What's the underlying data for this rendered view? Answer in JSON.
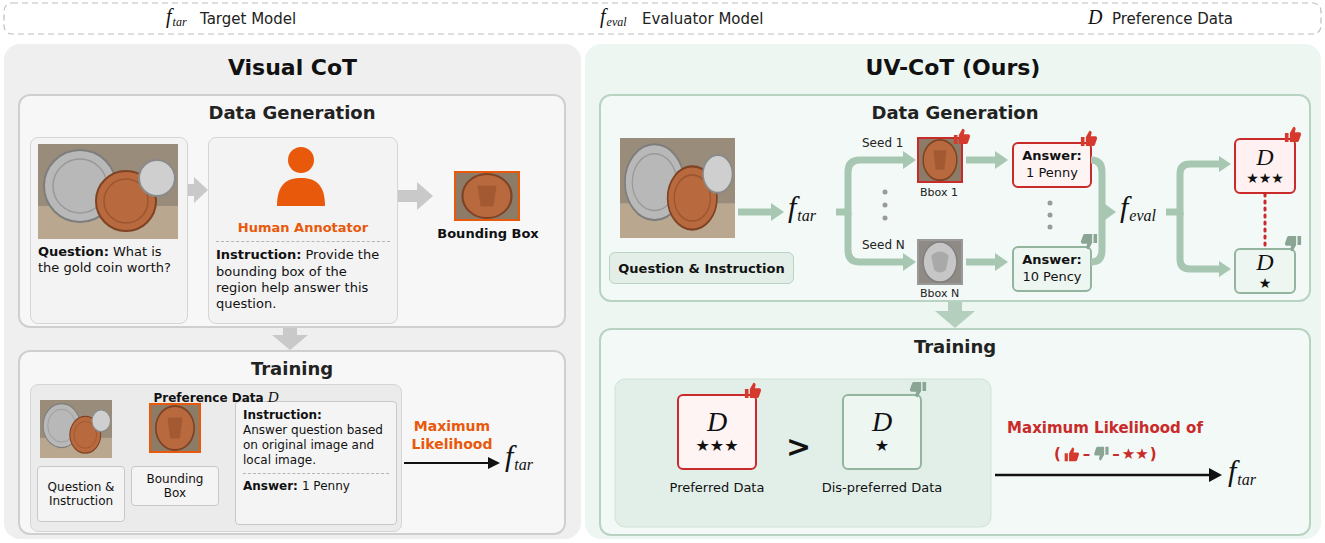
{
  "diagram": {
    "nodes": [
      {
        "text": [
          "Visual CoT"
        ]
      },
      {
        "text": [
          "Data Generation"
        ],
        "in": 0
      },
      {
        "text": [
          "Question:",
          "What is the gold coin worth?"
        ],
        "in": 1
      },
      {
        "text": [
          "Human Annotator",
          "Instruction:",
          "Provide the bounding box of the region help answer this question."
        ],
        "in": 1
      },
      {
        "text": [
          "Bounding Box"
        ],
        "in": 1
      },
      {
        "text": [
          "Training"
        ],
        "in": 0
      },
      {
        "text": [
          "Preference Data",
          "D"
        ],
        "in": 5
      },
      {
        "text": [
          "Question & Instruction"
        ],
        "in": 6
      },
      {
        "text": [
          "Bounding Box"
        ],
        "in": 6
      },
      {
        "text": [
          "Instruction:",
          "Answer question based on original image and local image.",
          "Answer:",
          "1 Penny"
        ],
        "in": 6
      },
      {
        "text": [
          "UV-CoT (Ours)"
        ]
      },
      {
        "text": [
          "Data Generation"
        ],
        "in": 10
      },
      {
        "text": [
          "Question & Instruction"
        ],
        "in": 11
      },
      {
        "text": [
          "Answer:",
          "1 Penny"
        ],
        "in": 11
      },
      {
        "text": [
          "Answer:",
          "10 Pency"
        ],
        "in": 11
      },
      {
        "text": [
          "D",
          "★★★"
        ],
        "in": 11
      },
      {
        "text": [
          "D",
          "★"
        ],
        "in": 11
      },
      {
        "text": [
          "Training"
        ],
        "in": 10
      },
      {
        "text": [
          "D",
          "★★★",
          "Preferred Data"
        ],
        "in": 17
      },
      {
        "text": [
          "D",
          "★",
          "Dis-preferred Data"
        ],
        "in": 17
      }
    ],
    "edges": [
      {
        "from": 2,
        "to": 3,
        "arrow": "to"
      },
      {
        "from": 3,
        "to": 4,
        "arrow": "to"
      },
      {
        "from": 1,
        "to": 5,
        "arrow": "to"
      },
      {
        "from": 11,
        "to": 17,
        "arrow": "to"
      },
      {
        "from": 15,
        "to": 16,
        "arrow": "none"
      }
    ],
    "labels": [
      "f",
      "tar",
      "f",
      "eval",
      "D",
      "Maximum Likelihood",
      "f",
      "tar",
      "f",
      "tar",
      "Seed 1",
      "Seed N",
      "Bbox 1",
      "Bbox N",
      "f",
      "eval",
      ">",
      "Maximum Likelihood of",
      "(",
      "–",
      "–",
      "★★",
      ")",
      "f",
      "tar"
    ],
    "legend": [
      {
        "text": "Target Model"
      },
      {
        "text": "Evaluator Model"
      },
      {
        "text": "Preference Data"
      }
    ]
  }
}
